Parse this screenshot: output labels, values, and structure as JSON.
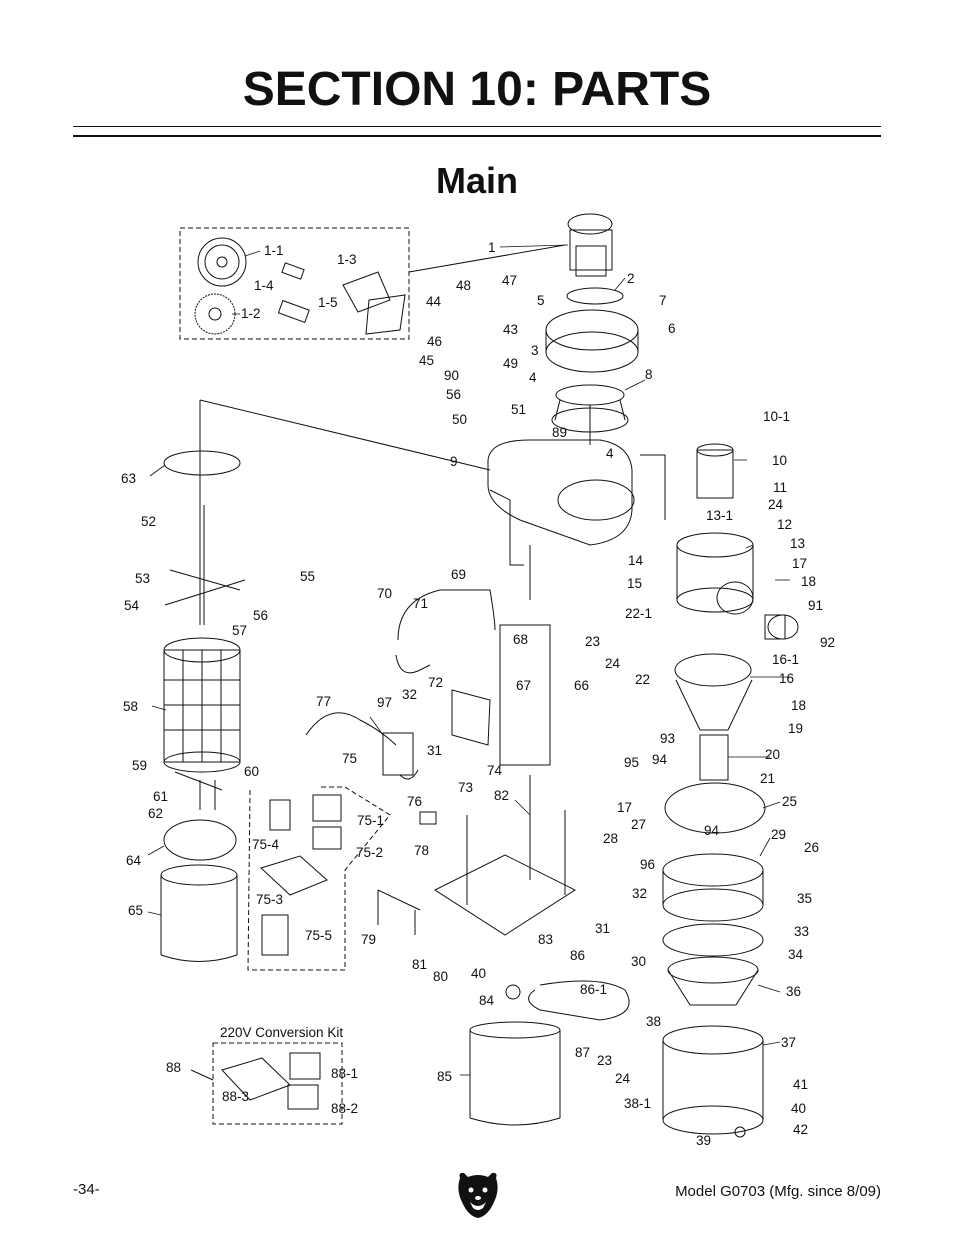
{
  "page": {
    "section_title": "SECTION 10: PARTS",
    "subtitle": "Main",
    "page_number": "-34-",
    "model": "Model G0703 (Mfg. since 8/09)",
    "logo_name": "grizzly-bear-logo"
  },
  "diagram": {
    "kit_label": "220V Conversion Kit",
    "part_labels": [
      "1",
      "1-1",
      "1-2",
      "1-3",
      "1-4",
      "1-5",
      "2",
      "3",
      "4",
      "4",
      "5",
      "6",
      "7",
      "8",
      "9",
      "10",
      "10-1",
      "11",
      "12",
      "13",
      "13-1",
      "14",
      "15",
      "16",
      "16-1",
      "17",
      "17",
      "18",
      "18",
      "19",
      "20",
      "21",
      "22",
      "22-1",
      "23",
      "23",
      "24",
      "24",
      "24",
      "25",
      "26",
      "27",
      "28",
      "29",
      "30",
      "31",
      "31",
      "32",
      "32",
      "33",
      "34",
      "35",
      "36",
      "37",
      "38",
      "38-1",
      "39",
      "40",
      "40",
      "41",
      "42",
      "43",
      "44",
      "45",
      "46",
      "47",
      "48",
      "49",
      "50",
      "51",
      "52",
      "53",
      "54",
      "55",
      "56",
      "56",
      "57",
      "58",
      "59",
      "60",
      "61",
      "62",
      "63",
      "64",
      "65",
      "66",
      "67",
      "68",
      "69",
      "70",
      "71",
      "72",
      "73",
      "74",
      "75",
      "75-1",
      "75-2",
      "75-3",
      "75-4",
      "75-5",
      "76",
      "77",
      "78",
      "79",
      "80",
      "81",
      "82",
      "83",
      "84",
      "85",
      "86",
      "86-1",
      "87",
      "88",
      "88-1",
      "88-2",
      "88-3",
      "89",
      "90",
      "91",
      "92",
      "93",
      "94",
      "94",
      "95",
      "96",
      "97"
    ]
  }
}
